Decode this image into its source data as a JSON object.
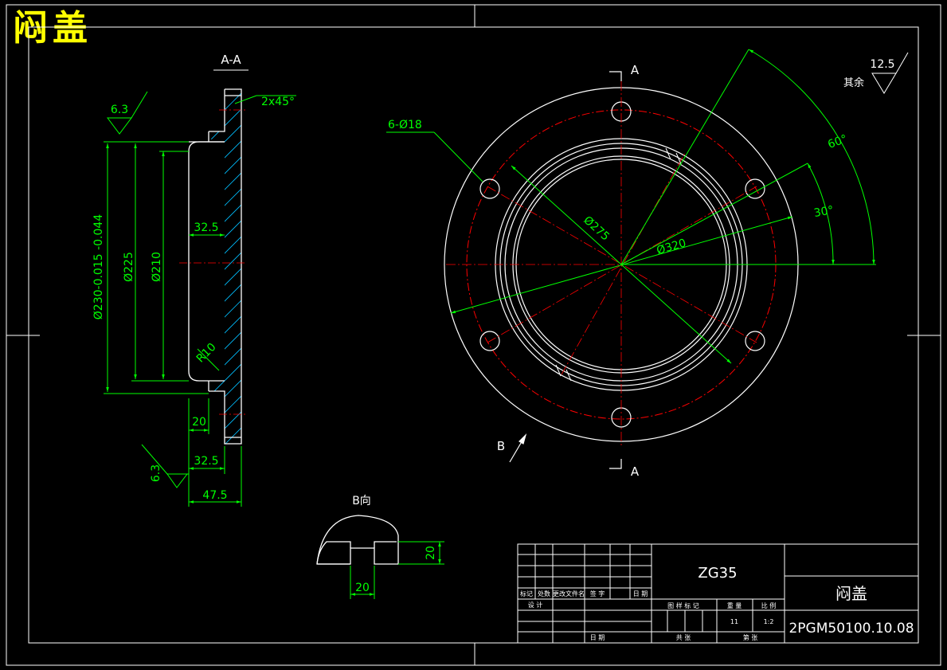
{
  "title": "闷盖",
  "colors": {
    "background": "#000000",
    "outline": "#ffffff",
    "dimension": "#00ff00",
    "centerline": "#ff0000",
    "title_text": "#ffff00",
    "hatch": "#00bfff"
  },
  "section_view": {
    "label": "A-A",
    "chamfer": "2x45°",
    "roughness_top": "6.3",
    "roughness_bottom": "6.3",
    "dims": {
      "d230": "Ø230-0.015 -0.044",
      "d225": "Ø225",
      "d210": "Ø210",
      "w32_5_top": "32.5",
      "r10": "R10",
      "w20": "20",
      "w32_5_bottom": "32.5",
      "w47_5": "47.5"
    }
  },
  "front_view": {
    "holes": "6-Ø18",
    "d275": "Ø275",
    "d320": "Ø320",
    "angle60": "60°",
    "angle30": "30°",
    "section_mark_top": "A",
    "section_mark_bottom": "A",
    "view_mark": "B"
  },
  "detail_view": {
    "label": "B向",
    "dim_h": "20",
    "dim_w": "20"
  },
  "surface_note": {
    "value": "12.5",
    "label": "其余"
  },
  "title_block": {
    "material": "ZG35",
    "part_name": "闷盖",
    "drawing_no": "2PGM50100.10.08",
    "mass": "11",
    "scale": "1:2",
    "headers": [
      "标记",
      "处数",
      "更改文件名",
      "签 字",
      "日 期"
    ],
    "design": "设 计",
    "date": "日 期",
    "stage_labels": [
      "图 样 标 记",
      "重 量",
      "比 例"
    ],
    "sheets_total": "共  张",
    "sheet_no": "第  张"
  }
}
